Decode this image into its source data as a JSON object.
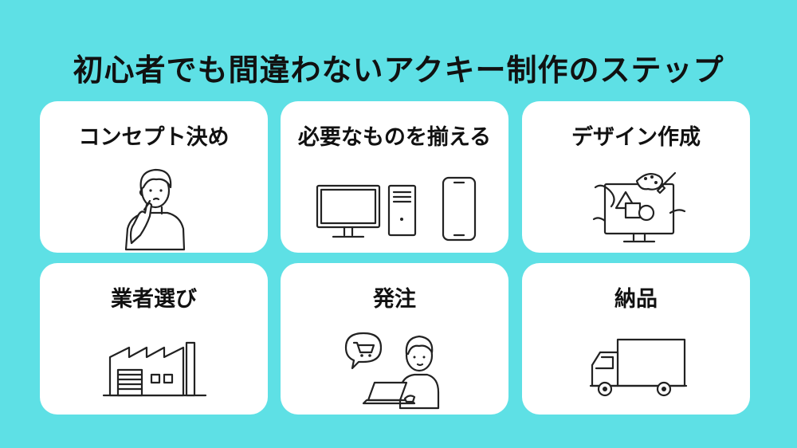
{
  "title": "初心者でも間違わないアクキー制作のステップ",
  "steps": [
    {
      "label": "コンセプト決め",
      "icon": "thinking-person-icon"
    },
    {
      "label": "必要なものを揃える",
      "icon": "computer-devices-icon"
    },
    {
      "label": "デザイン作成",
      "icon": "design-monitor-icon"
    },
    {
      "label": "業者選び",
      "icon": "factory-icon"
    },
    {
      "label": "発注",
      "icon": "ordering-person-icon"
    },
    {
      "label": "納品",
      "icon": "delivery-truck-icon"
    }
  ],
  "colors": {
    "background": "#5ee0e5",
    "card": "#ffffff",
    "text": "#111111"
  }
}
